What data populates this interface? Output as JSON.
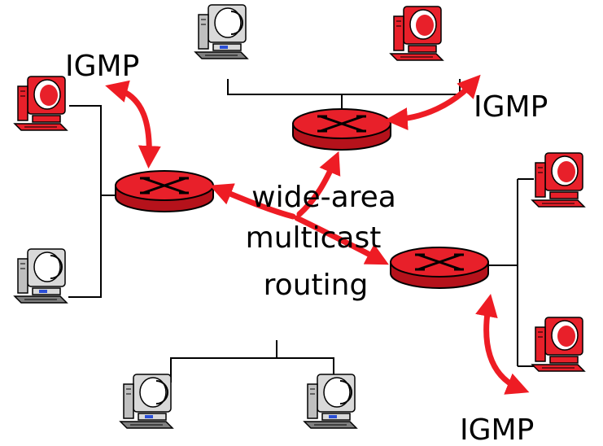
{
  "labels": {
    "igmp_top_left": "IGMP",
    "igmp_top_right": "IGMP",
    "igmp_bottom_right": "IGMP",
    "center_line1": "wide-area",
    "center_line2": "multicast",
    "center_line3": "routing"
  },
  "colors": {
    "router_red": "#e8202a",
    "arrow_red": "#ee1c24",
    "computer_red": "#e8202a",
    "computer_gray": "#d9d9d9",
    "line": "#000000"
  }
}
